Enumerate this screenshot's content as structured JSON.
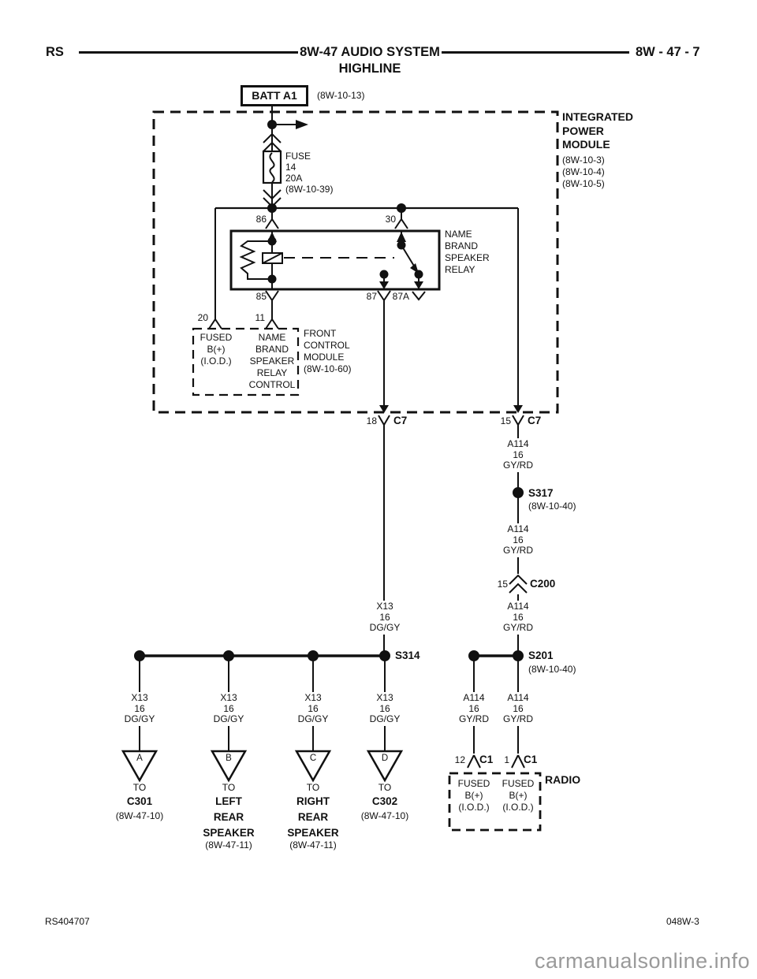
{
  "header": {
    "model": "RS",
    "title": "8W-47 AUDIO SYSTEM",
    "subtitle": "HIGHLINE",
    "page": "8W - 47 - 7"
  },
  "battery": {
    "label": "BATT A1",
    "ref": "(8W-10-13)"
  },
  "ipm": {
    "name": [
      "INTEGRATED",
      "POWER",
      "MODULE"
    ],
    "refs": [
      "(8W-10-3)",
      "(8W-10-4)",
      "(8W-10-5)"
    ]
  },
  "fuse": {
    "lines": [
      "FUSE",
      "14",
      "20A",
      "(8W-10-39)"
    ]
  },
  "relay": {
    "name": [
      "NAME",
      "BRAND",
      "SPEAKER",
      "RELAY"
    ],
    "pins": {
      "p86": "86",
      "p30": "30",
      "p85": "85",
      "p87": "87",
      "p87a": "87A"
    }
  },
  "fcm": {
    "pins": {
      "p20": "20",
      "p11": "11"
    },
    "fused": [
      "FUSED",
      "B(+)",
      "(I.O.D.)"
    ],
    "control": [
      "NAME",
      "BRAND",
      "SPEAKER",
      "RELAY",
      "CONTROL"
    ],
    "name": [
      "FRONT",
      "CONTROL",
      "MODULE",
      "(8W-10-60)"
    ]
  },
  "c7": {
    "name": "C7",
    "left_pin": "18",
    "right_pin": "15"
  },
  "c200": {
    "name": "C200",
    "pin": "15"
  },
  "c1": {
    "name": "C1",
    "left_pin": "12",
    "right_pin": "1"
  },
  "wires": {
    "a114": [
      "A114",
      "16",
      "GY/RD"
    ],
    "x13": [
      "X13",
      "16",
      "DG/GY"
    ]
  },
  "splices": {
    "s317": {
      "name": "S317",
      "ref": "(8W-10-40)"
    },
    "s314": {
      "name": "S314"
    },
    "s201": {
      "name": "S201",
      "ref": "(8W-10-40)"
    }
  },
  "radio": {
    "label": "RADIO",
    "fused": [
      "FUSED",
      "B(+)",
      "(I.O.D.)"
    ]
  },
  "destinations": [
    {
      "letter": "A",
      "to": "TO",
      "name": [
        "C301"
      ],
      "ref": "(8W-47-10)"
    },
    {
      "letter": "B",
      "to": "TO",
      "name": [
        "LEFT",
        "REAR",
        "SPEAKER"
      ],
      "ref": "(8W-47-11)"
    },
    {
      "letter": "C",
      "to": "TO",
      "name": [
        "RIGHT",
        "REAR",
        "SPEAKER"
      ],
      "ref": "(8W-47-11)"
    },
    {
      "letter": "D",
      "to": "TO",
      "name": [
        "C302"
      ],
      "ref": "(8W-47-10)"
    }
  ],
  "footer": {
    "left": "RS404707",
    "right": "048W-3"
  },
  "watermark": "carmanualsonline.info"
}
